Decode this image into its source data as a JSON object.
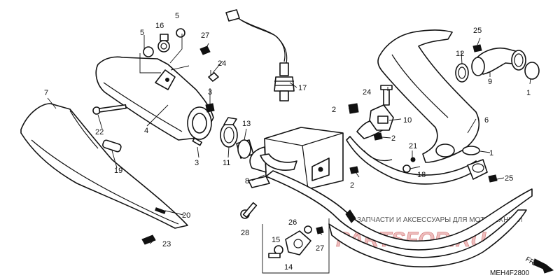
{
  "diagram": {
    "code": "MEH4F2800",
    "direction_label": "FR.",
    "watermark_tagline": "ЗАПЧАСТИ И АКСЕССУАРЫ ДЛЯ МОТОТЕХНИКИ",
    "watermark_logo": "PARTSFOR.RU",
    "callouts": [
      "1",
      "1",
      "2",
      "2",
      "2",
      "2",
      "3",
      "3",
      "4",
      "5",
      "5",
      "6",
      "7",
      "8",
      "9",
      "10",
      "11",
      "12",
      "13",
      "14",
      "15",
      "16",
      "17",
      "18",
      "19",
      "20",
      "21",
      "22",
      "23",
      "24",
      "24",
      "25",
      "25",
      "26",
      "27",
      "27",
      "28"
    ]
  }
}
